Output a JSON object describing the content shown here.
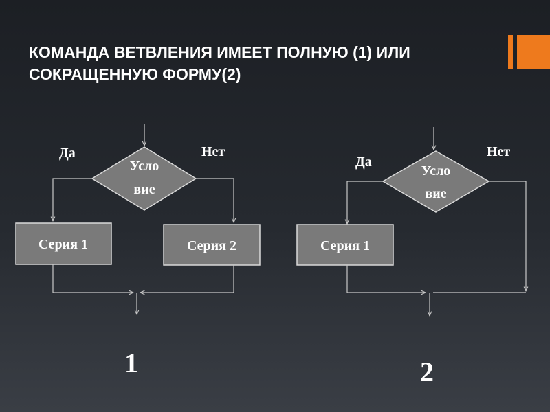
{
  "title": {
    "line1": "КОМАНДА ВЕТВЛЕНИЯ  ИМЕЕТ ПОЛНУЮ (1) ИЛИ",
    "line2": "СОКРАЩЕННУЮ ФОРМУ(2)"
  },
  "colors": {
    "accent": "#ee7a1d",
    "shape_fill": "#7a7a7a",
    "shape_border": "#d9d9d9",
    "connector": "#c8c8c8"
  },
  "diagram1": {
    "yes_label": "Да",
    "no_label": "Нет",
    "condition_line1": "Усло",
    "condition_line2": "вие",
    "series1": "Серия 1",
    "series2": "Серия 2",
    "number": "1"
  },
  "diagram2": {
    "yes_label": "Да",
    "no_label": "Нет",
    "condition_line1": "Усло",
    "condition_line2": "вие",
    "series1": "Серия 1",
    "number": "2"
  }
}
